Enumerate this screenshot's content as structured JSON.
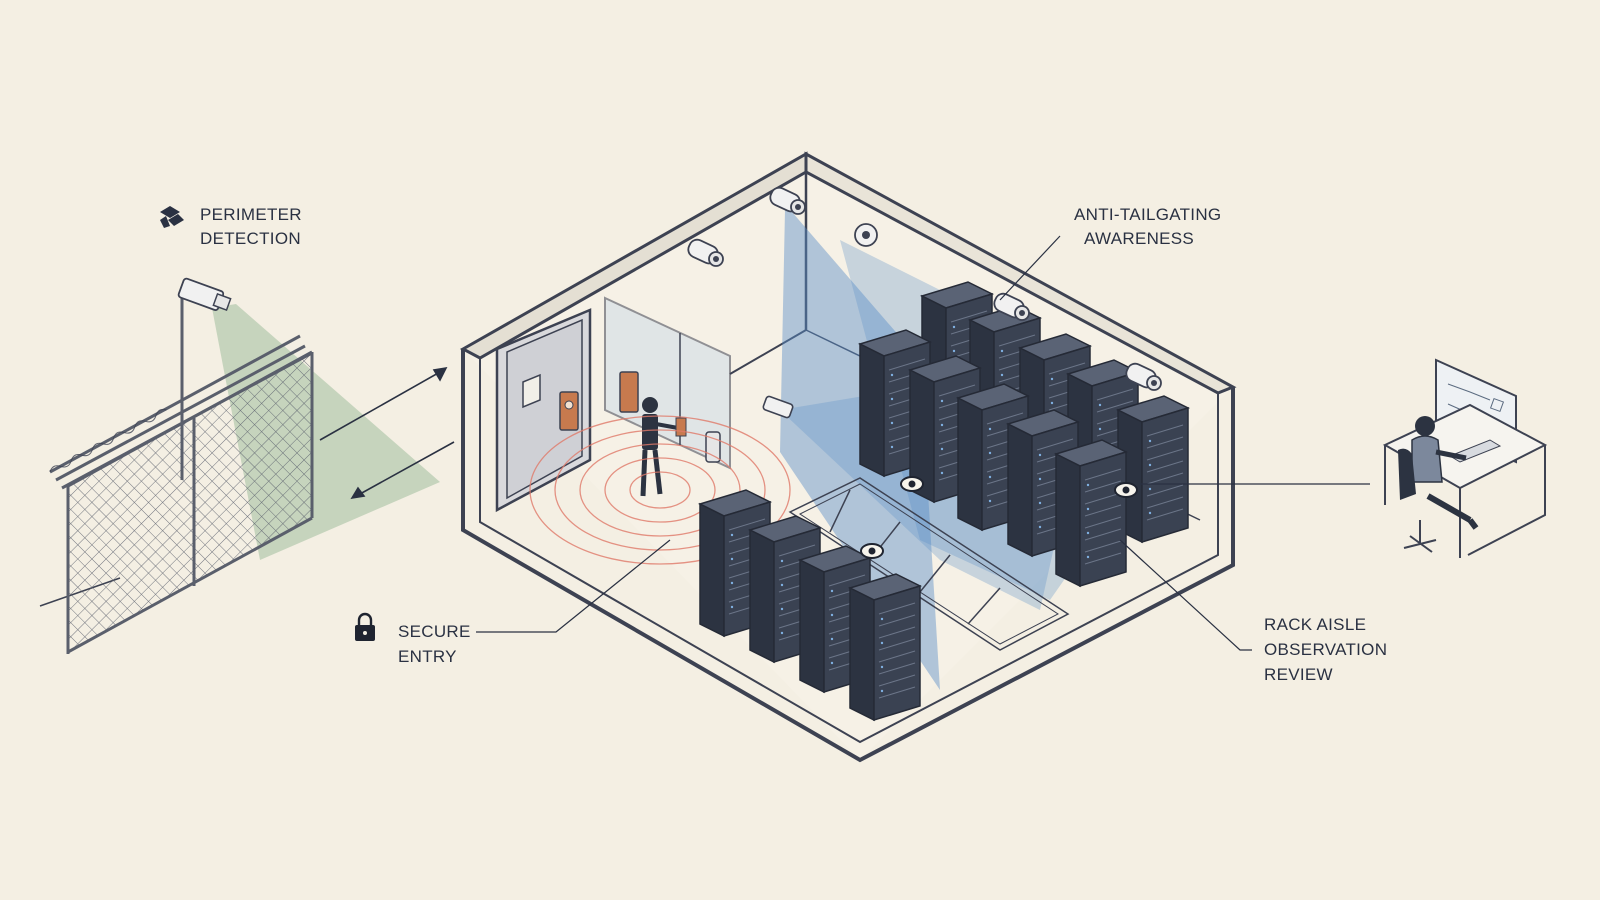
{
  "labels": {
    "perimeter": [
      "PERIMETER",
      "DETECTION"
    ],
    "anti_tailgating": [
      "ANTI-TAILGATING",
      "AWARENESS"
    ],
    "secure_entry": [
      "SECURE",
      "ENTRY"
    ],
    "rack_aisle": [
      "RACK AISLE",
      "OBSERVATION",
      "REVIEW"
    ]
  },
  "icons": {
    "perimeter": "shield-chevrons-icon",
    "secure_entry": "padlock-icon",
    "observation": "eye-icon",
    "camera": "security-camera-icon",
    "operator": "monitoring-workstation-icon"
  },
  "colors": {
    "background": "#f4efe3",
    "outline": "#3d4252",
    "rack": "#3a4252",
    "camera_cone_blue": "#5b8fc7",
    "camera_cone_green": "#8db48e",
    "entry_rings": "#e07a6a",
    "text": "#2a3142"
  }
}
